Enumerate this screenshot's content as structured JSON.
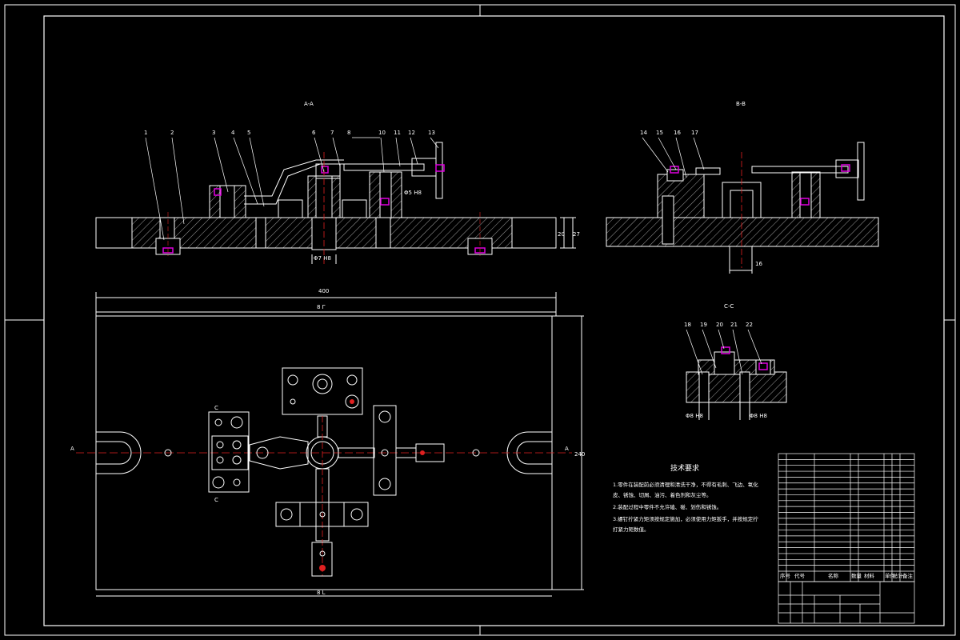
{
  "views": {
    "section_aa": "A-A",
    "section_bb": "B-B",
    "section_cc": "C-C"
  },
  "balloons": {
    "aa": [
      "1",
      "2",
      "3",
      "4",
      "5",
      "6",
      "7",
      "8",
      "10",
      "11",
      "12",
      "13"
    ],
    "bb": [
      "14",
      "15",
      "16",
      "17"
    ],
    "cc": [
      "18",
      "19",
      "20",
      "21",
      "22"
    ]
  },
  "dimensions": {
    "overall_length": "400",
    "inner_length": "8 Γ",
    "bottom_length": "8 L",
    "height_right": "20",
    "height_right2": "27",
    "dia_aa": "Φ5 H8",
    "dia_bottom": "Φ7 H8",
    "width_bb": "16",
    "width_plan": "240",
    "cc_left": "Φ8 H8",
    "cc_right": "Φ8 H8"
  },
  "plan_marks": {
    "left": "A",
    "right": "A",
    "c_top": "C",
    "c_bottom": "C"
  },
  "notes": {
    "heading": "技术要求",
    "lines": [
      "1.零件在装配前必须清理和清洗干净，不得有毛刺、飞边、氧化",
      "皮、锈蚀、切屑、油污、着色剂和灰尘等。",
      "2.装配过程中零件不允许磕、碰、划伤和锈蚀。",
      "3.螺钉拧紧力矩须按规定施加，必须使用力矩扳手，并按规定拧",
      "打紧力矩数值。"
    ]
  },
  "title_block": {
    "headers": [
      "序号",
      "代号",
      "名称",
      "数量",
      "材料",
      "单件",
      "总计",
      "备注"
    ],
    "rows": 20
  }
}
